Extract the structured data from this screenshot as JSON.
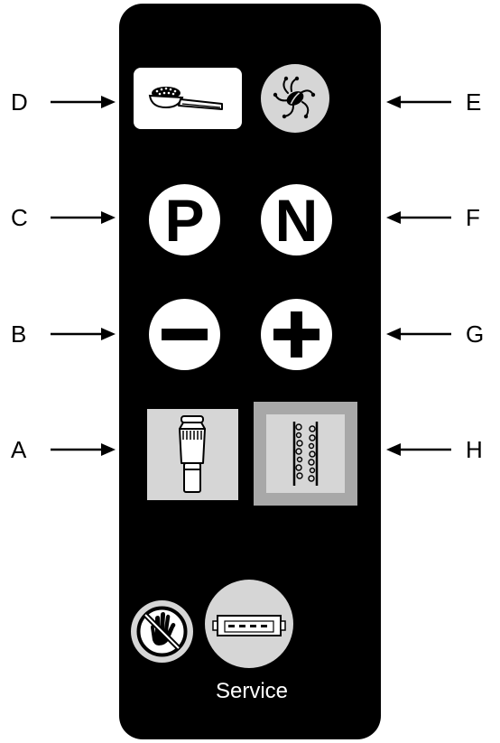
{
  "callouts": {
    "left": [
      "D",
      "C",
      "B",
      "A"
    ],
    "right": [
      "E",
      "F",
      "G",
      "H"
    ]
  },
  "buttons": {
    "p_label": "P",
    "n_label": "N",
    "minus_label": "−",
    "plus_label": "+"
  },
  "icons": {
    "d": "coffee-scoop-icon",
    "e": "ground-coffee-swirl-icon",
    "a": "water-filter-icon",
    "h": "descaling-pipe-icon",
    "no_hand": "no-touch-hand-icon",
    "service": "service-connector-icon"
  },
  "service": {
    "label": "Service"
  },
  "colors": {
    "panel": "#000000",
    "light_gray": "#d6d6d6",
    "mid_gray": "#a8a8a8",
    "white": "#ffffff"
  }
}
